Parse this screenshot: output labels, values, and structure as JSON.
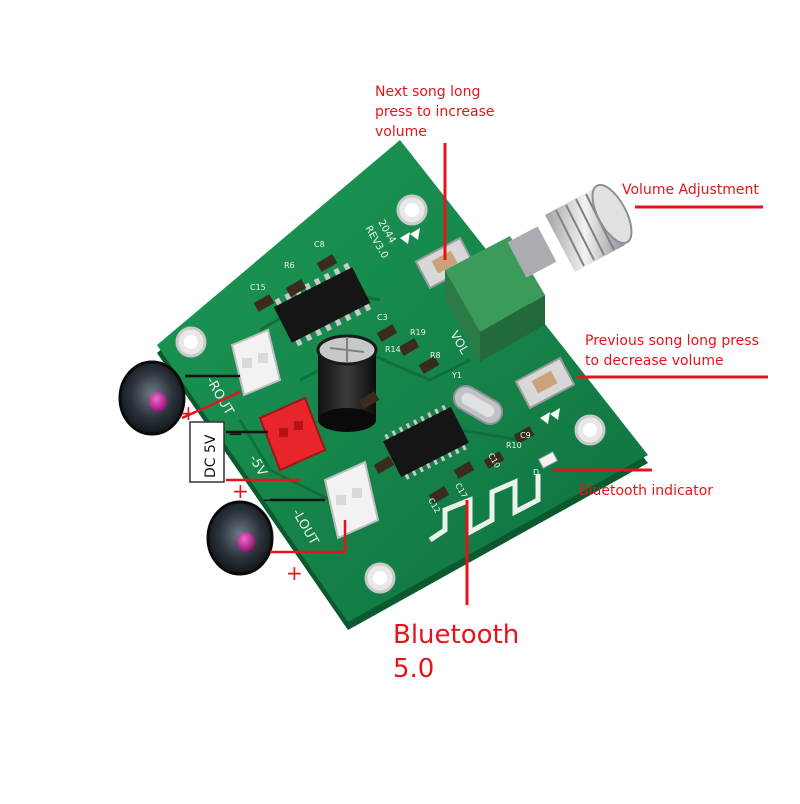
{
  "callouts": {
    "next_song": "Next song long\npress to increase\nvolume",
    "volume_adjustment": "Volume Adjustment",
    "previous_song": "Previous song long press\nto decrease volume",
    "bluetooth_indicator": "Bluetooth indicator",
    "bluetooth_version": "Bluetooth\n5.0"
  },
  "board_markings": {
    "revision": "REV3.0",
    "date_code": "2044",
    "vol": "VOL",
    "rout": "-ROUT",
    "lout": "-LOUT",
    "five_v": "-5V",
    "dc_5v": "DC 5V",
    "c15": "C15",
    "r6": "R6",
    "c8": "C8",
    "c3": "C3",
    "r19": "R19",
    "r14": "R14",
    "r8": "R8",
    "r10": "R10",
    "c17": "C17",
    "c12": "C12",
    "c10": "C10",
    "c9": "C9",
    "y1": "Y1",
    "d": "D"
  },
  "polarity": {
    "plus": "+",
    "minus": "−"
  },
  "colors": {
    "pcb": "#17864a",
    "pcb_dark": "#0d5f33",
    "annotation_red": "#e3141b",
    "silkscreen": "#e9f3ea",
    "knob_green": "#3c9a5b",
    "speaker_purple": "#c81a9c"
  }
}
